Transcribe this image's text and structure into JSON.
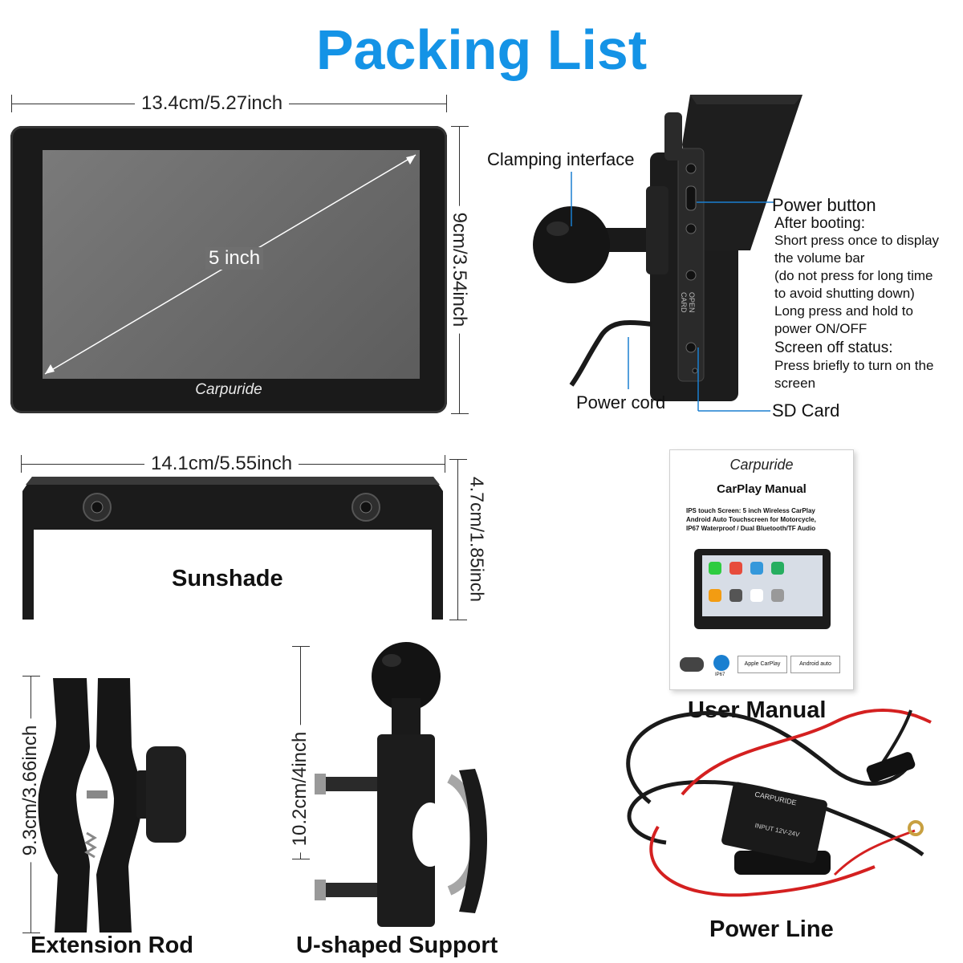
{
  "title": "Packing List",
  "screen": {
    "width_dim": "13.4cm/5.27inch",
    "height_dim": "9cm/3.54inch",
    "diagonal_label": "5 inch",
    "brand": "Carpuride"
  },
  "side_view": {
    "clamping_interface": "Clamping interface",
    "power_button": "Power button",
    "after_booting": "After booting:",
    "after_booting_lines": [
      "Short press once to display",
      "the volume bar",
      "(do not press for long time",
      "to avoid shutting down)",
      "Long press and hold to",
      "power ON/OFF"
    ],
    "screen_off_status": "Screen off status:",
    "screen_off_lines": [
      "Press briefly to turn on the",
      "screen"
    ],
    "power_cord": "Power cord",
    "sd_card": "SD Card",
    "side_text": "OPEN CARD"
  },
  "sunshade": {
    "width_dim": "14.1cm/5.55inch",
    "height_dim": "4.7cm/1.85inch",
    "caption": "Sunshade"
  },
  "manual": {
    "brand": "Carpuride",
    "title": "CarPlay Manual",
    "desc_lines": [
      "IPS touch Screen: 5 inch Wireless CarPlay",
      "Android Auto Touchscreen for Motorcycle,",
      "IP67 Waterproof / Dual Bluetooth/TF Audio"
    ],
    "badge_ip": "IP67",
    "badge_carplay": "Apple CarPlay",
    "badge_android": "Android auto",
    "caption": "User Manual"
  },
  "extension_rod": {
    "dim": "9.3cm/3.66inch",
    "caption": "Extension Rod"
  },
  "u_support": {
    "dim": "10.2cm/4inch",
    "caption": "U-shaped Support"
  },
  "power_line": {
    "box_brand": "CARPURIDE",
    "box_text": "INPUT 12V-24V",
    "caption": "Power Line"
  },
  "colors": {
    "title": "#1493e6",
    "callout_line": "#1a7fd0",
    "device": "#1c1c1c",
    "screen_glass": "#6e6e6e",
    "wire_red": "#d42020"
  }
}
